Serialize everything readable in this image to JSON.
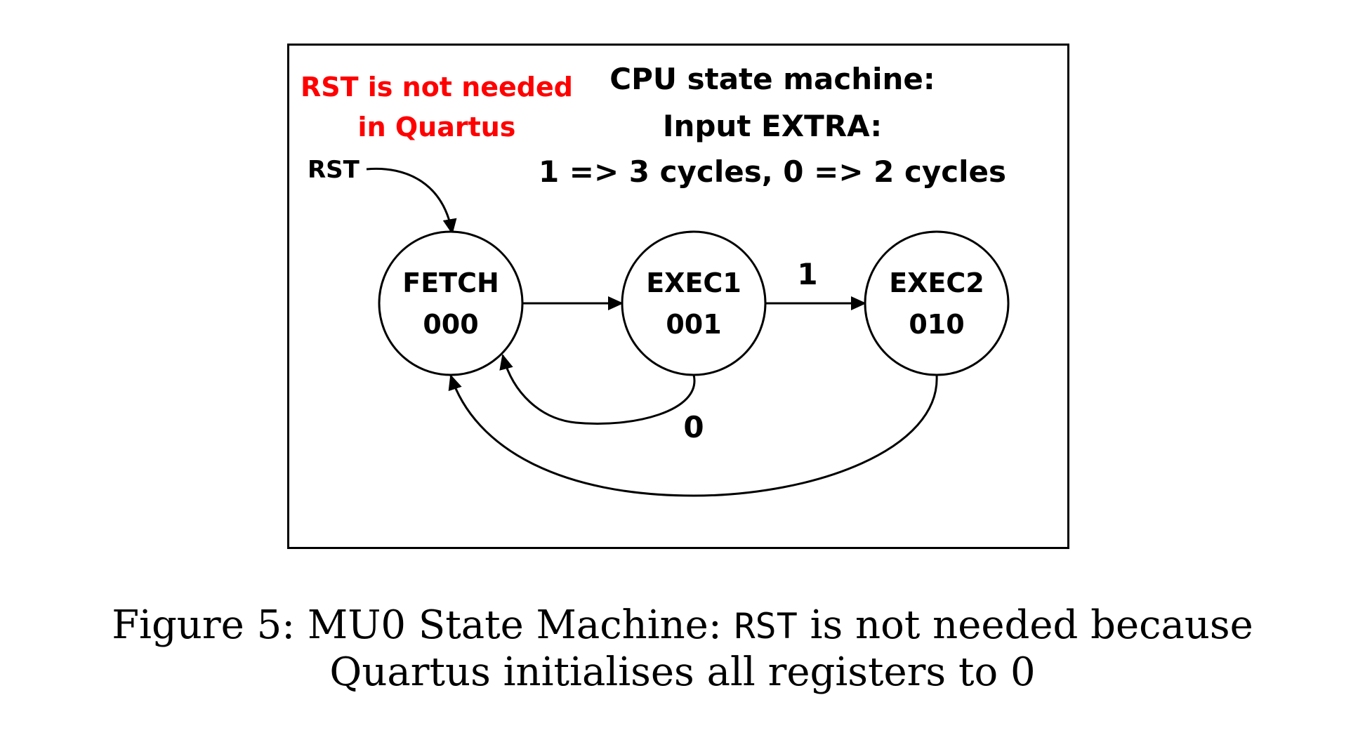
{
  "diagram": {
    "note_line1": "RST is not needed",
    "note_line2": "in Quartus",
    "note_color": "#ff0000",
    "title_line1": "CPU state machine:",
    "title_line2": "Input EXTRA:",
    "title_line3": "1 => 3 cycles, 0 => 2 cycles",
    "rst_label": "RST",
    "states": [
      {
        "name": "FETCH",
        "code": "000"
      },
      {
        "name": "EXEC1",
        "code": "001"
      },
      {
        "name": "EXEC2",
        "code": "010"
      }
    ],
    "edge_label_1": "1",
    "edge_label_0": "0"
  },
  "caption": {
    "prefix": "Figure 5: MU0 State Machine: ",
    "code": "RST",
    "suffix": " is not needed because",
    "line2": "Quartus initialises all registers to 0"
  }
}
